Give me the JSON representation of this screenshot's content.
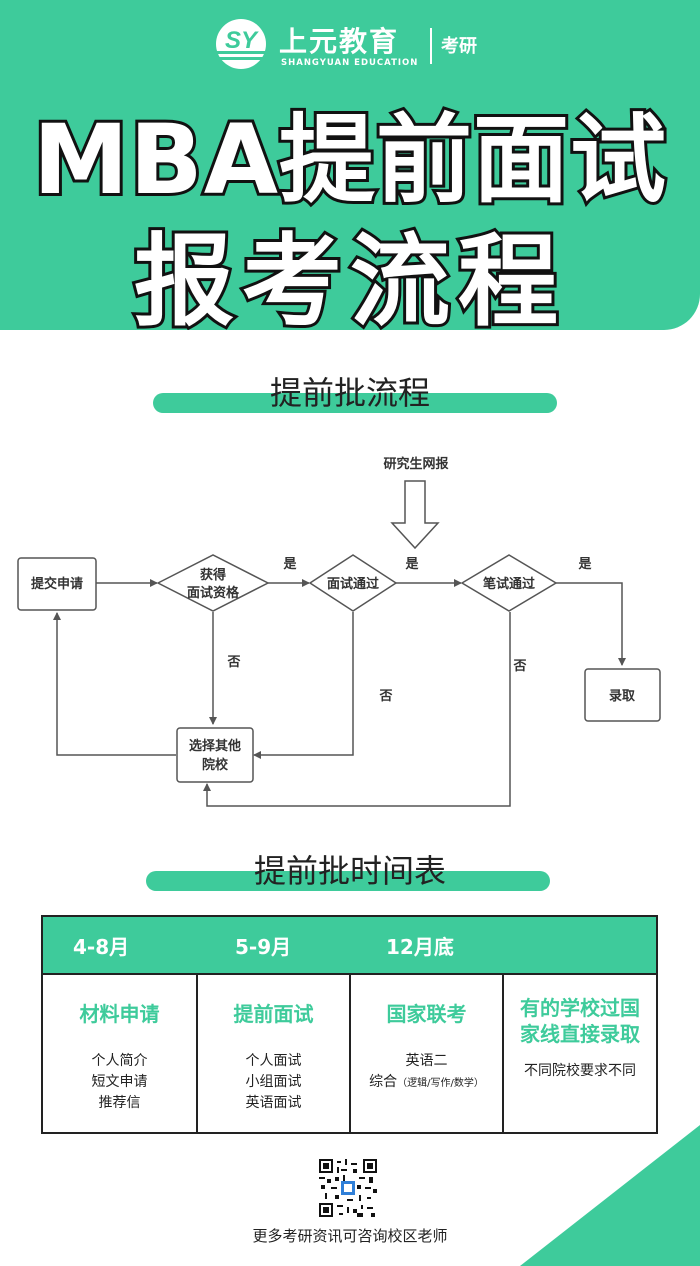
{
  "brand": {
    "badge": "SY",
    "name": "上元教育",
    "subname": "SHANGYUAN EDUCATION",
    "tag": "考研"
  },
  "title": {
    "line1": "MBA提前面试",
    "line2": "报考流程"
  },
  "flow_section": {
    "title": "提前批流程"
  },
  "flowchart": {
    "online_apply": "研究生网报",
    "submit": "提交申请",
    "qualify_l1": "获得",
    "qualify_l2": "面试资格",
    "interview_pass": "面试通过",
    "written_pass": "笔试通过",
    "choose_l1": "选择其他",
    "choose_l2": "院校",
    "admit": "录取",
    "yes": "是",
    "no": "否"
  },
  "schedule_section": {
    "title": "提前批时间表"
  },
  "schedule": {
    "headers": [
      "4-8月",
      "5-9月",
      "12月底"
    ],
    "columns": [
      {
        "title": "材料申请",
        "lines": [
          "个人简介",
          "短文申请",
          "推荐信"
        ]
      },
      {
        "title": "提前面试",
        "lines": [
          "个人面试",
          "小组面试",
          "英语面试"
        ]
      },
      {
        "title": "国家联考",
        "line1": "英语二",
        "line2_main": "综合",
        "line2_note": "（逻辑/写作/数学）"
      },
      {
        "title_l1": "有的学校过国",
        "title_l2": "家线直接录取",
        "lines": [
          "不同院校要求不同"
        ]
      }
    ]
  },
  "footer": {
    "text": "更多考研资讯可咨询校区老师"
  },
  "colors": {
    "brand_green": "#3ecb9b",
    "text_dark": "#222222",
    "white": "#ffffff"
  },
  "icons": {
    "qr": "qr-code-icon",
    "arrow": "hollow-down-arrow-icon"
  }
}
